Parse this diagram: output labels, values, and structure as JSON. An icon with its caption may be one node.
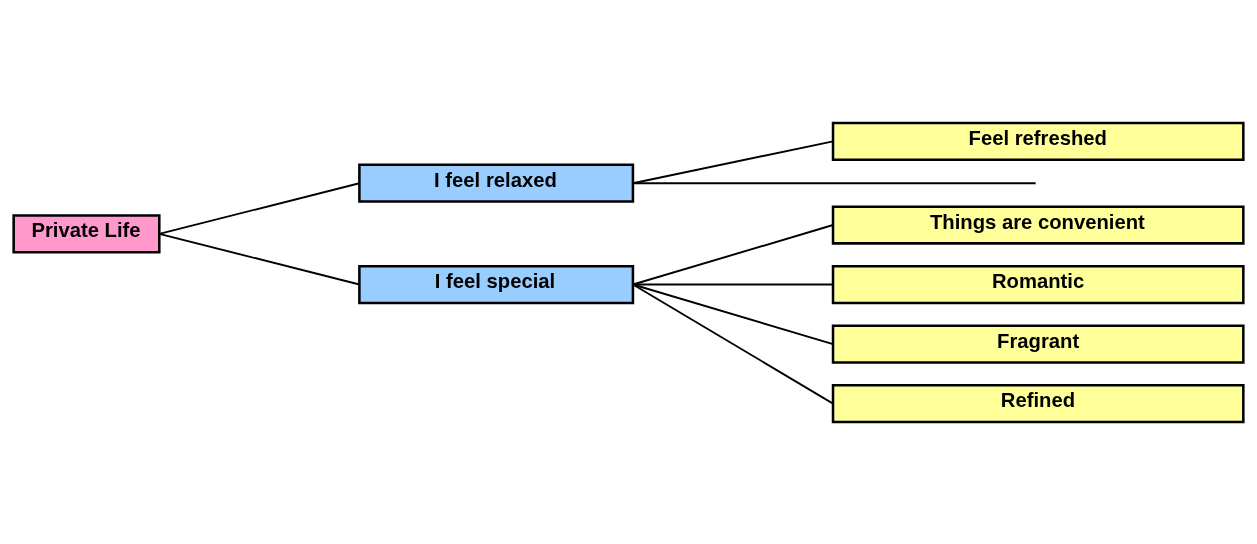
{
  "diagram": {
    "nodes": [
      {
        "text": [
          "Private Life"
        ]
      },
      {
        "text": [
          "I feel relaxed"
        ]
      },
      {
        "text": [
          "Feel refreshed"
        ]
      },
      {
        "text": [
          "I feel special"
        ]
      },
      {
        "text": [
          "Things are convenient"
        ]
      },
      {
        "text": [
          "Romantic"
        ]
      },
      {
        "text": [
          "Fragrant"
        ]
      },
      {
        "text": [
          "Refined"
        ]
      }
    ],
    "edges": [
      {
        "from": 0,
        "to": 1,
        "arrow": "none"
      },
      {
        "from": 0,
        "to": 3,
        "arrow": "none"
      },
      {
        "from": 1,
        "to": null,
        "arrow": "none"
      },
      {
        "from": 1,
        "to": 2,
        "arrow": "none"
      },
      {
        "from": 3,
        "to": 4,
        "arrow": "none"
      },
      {
        "from": 3,
        "to": 5,
        "arrow": "none"
      },
      {
        "from": 3,
        "to": 6,
        "arrow": "none"
      },
      {
        "from": 3,
        "to": 7,
        "arrow": "none"
      }
    ]
  }
}
